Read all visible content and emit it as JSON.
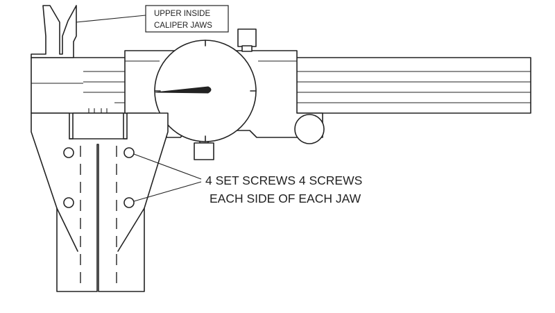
{
  "labels": {
    "upper_jaws_line1": "UPPER INSIDE",
    "upper_jaws_line2": "CALIPER JAWS",
    "set_screws_line1": "4 SET SCREWS 4 SCREWS",
    "set_screws_line2": "EACH SIDE OF EACH JAW"
  },
  "colors": {
    "ink": "#222222",
    "background": "#ffffff"
  }
}
